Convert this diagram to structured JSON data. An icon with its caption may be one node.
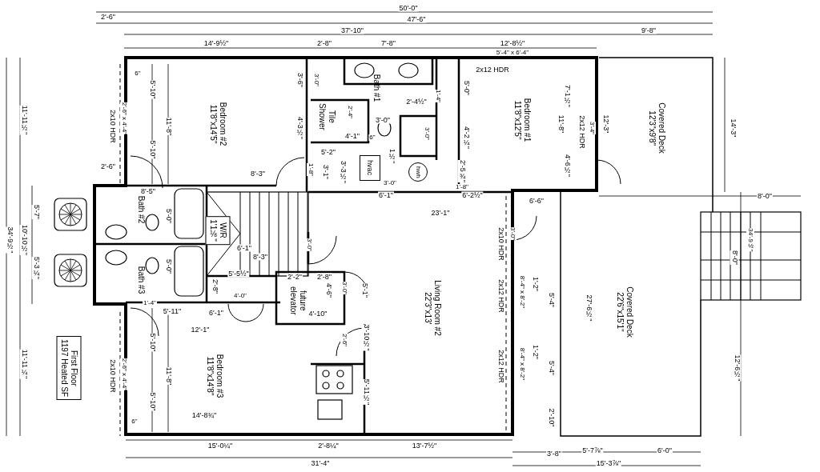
{
  "diagram": {
    "nodes": [
      {
        "text": [
          "Bedroom #2",
          "11'8\"x14'5\""
        ]
      },
      {
        "text": [
          "Tile Shower"
        ]
      },
      {
        "text": [
          "Bath #1"
        ]
      },
      {
        "text": [
          "Bedroom #1",
          "11'8\"x12'5\""
        ]
      },
      {
        "text": [
          "hvac"
        ]
      },
      {
        "text": [
          "hwh"
        ]
      },
      {
        "text": [
          "Covered Deck",
          "12'3\"x9'8\""
        ]
      },
      {
        "text": [
          "Bath #2"
        ]
      },
      {
        "text": [
          "W/R",
          "1'1⅛\""
        ]
      },
      {
        "text": [
          "Bath #3"
        ]
      },
      {
        "text": [
          "future elevator"
        ]
      },
      {
        "text": [
          "Living Room #2",
          "22'3\"x13'"
        ]
      },
      {
        "text": [
          "Covered Deck",
          "22'6\"x15'1\""
        ]
      },
      {
        "text": [
          "Bedroom #3",
          "11'8\"x14'8\""
        ]
      },
      {
        "text": [
          "First Floor",
          "1197 Heated SF"
        ]
      }
    ],
    "labels": [
      "50'-0\"",
      "47'-6\"",
      "2'-6\"",
      "37'-10\"",
      "9'-8\"",
      "14'-9½\"",
      "2'-8\"",
      "7'-8\"",
      "12'-8½\"",
      "5'-4\" x 6'-4\"",
      "6\"",
      "11'-11½\"",
      "2x10 HDR",
      "2'-6\" x 4'-4\"",
      "5'-10\"",
      "5'-10\"",
      "11'-8\"",
      "2'-6\"",
      "8'-3\"",
      "3'-6\"",
      "3'-0\"",
      "4'-3½\"",
      "2'-4\"",
      "4'-1\"",
      "3'-0\"",
      "6\"",
      "2'-4½\"",
      "1'-4\"",
      "3'-0\"",
      "2x12 HDR",
      "5'-0\"",
      "4'-2¼\"",
      "11'-8\"",
      "7'-1½\"",
      "2x12 HDR",
      "3'-4\"",
      "4'-6½\"",
      "12'-3\"",
      "14'-3\"",
      "8'-5\"",
      "1'-8\"",
      "5'-2\"",
      "3'-1\"",
      "3'-3½\"",
      "1½\"",
      "3'-0\"",
      "2'-5¾\"",
      "1'-8\"",
      "6'-1\"",
      "6'-2½\"",
      "6'-6\"",
      "8'-0\"",
      "23'-1\"",
      "5'-7\"",
      "34'-9½\"",
      "10'-10½\"",
      "5'-0\"",
      "34'-9½\"",
      "8'-0\"",
      "2x10 HDR",
      "3'-0\"",
      "3'-0\"",
      "6'-1\"",
      "8'-3\"",
      "5'-3¼\"",
      "5'-0\"",
      "5'-5½\"",
      "2'-2\"",
      "2'-8\"",
      "1'-4\"",
      "2'-8\"",
      "4'-0\"",
      "4'-6\"",
      "3'-0\"",
      "5'-1\"",
      "2x12 HDR",
      "8'-4\" x 8'-2\"",
      "1'-2\"",
      "5'-4\"",
      "27'-6½\"",
      "5'-11\"",
      "6'-1\"",
      "4'-10\"",
      "12'-1\"",
      "2'-6\"",
      "3'-10½\"",
      "5'-10\"",
      "1'-2\"",
      "11'-11¼\"",
      "2x10 HDR",
      "2'-6\" x 4'-4\"",
      "11'-8\"",
      "2x12 HDR",
      "8'-4\" x 8'-2\"",
      "5'-4\"",
      "12'-6½\"",
      "5'-11½\"",
      "5'-10\"",
      "14'-8¾\"",
      "6\"",
      "2'-10\"",
      "15'-0¼\"",
      "2'-8¼\"",
      "13'-7½\"",
      "3'-8\"",
      "5'-7⅞\"",
      "6'-0\"",
      "31'-4\"",
      "15'-3⅞\""
    ]
  }
}
